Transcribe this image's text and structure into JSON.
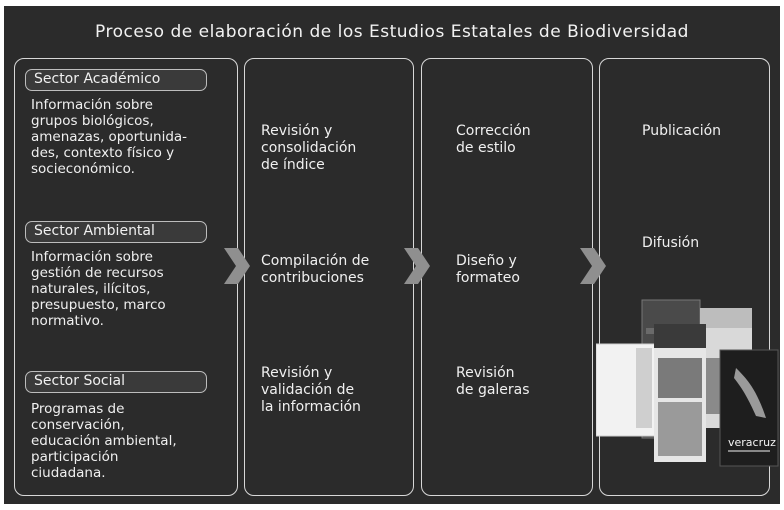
{
  "title": "Proceso de elaboración de los Estudios Estatales de Biodiversidad",
  "sectors": [
    {
      "label": "Sector Académico",
      "text": "Información sobre\ngrupos biológicos,\namenazas, oportunida-\ndes, contexto físico y\nsocieconómico."
    },
    {
      "label": "Sector Ambiental",
      "text": "Información sobre\ngestión de recursos\nnaturales, ilícitos,\npresupuesto, marco\nnormativo."
    },
    {
      "label": "Sector Social",
      "text": "Programas de\nconservación,\neducación ambiental,\nparticipación\nciudadana."
    }
  ],
  "col2": [
    "Revisión y\nconsolidación\nde índice",
    "Compilación de\ncontribuciones",
    "Revisión y\nvalidación de\nla información"
  ],
  "col3": [
    "Corrección\nde estilo",
    "Diseño y\nformateo",
    "Revisión\nde galeras"
  ],
  "col4": [
    "Publicación",
    "Difusión"
  ],
  "book_cover_text": "veracruz",
  "colors": {
    "background": "#2b2b2b",
    "border": "#d8d8d8",
    "text": "#f0f0f0",
    "arrow": "#8f8f8f"
  }
}
